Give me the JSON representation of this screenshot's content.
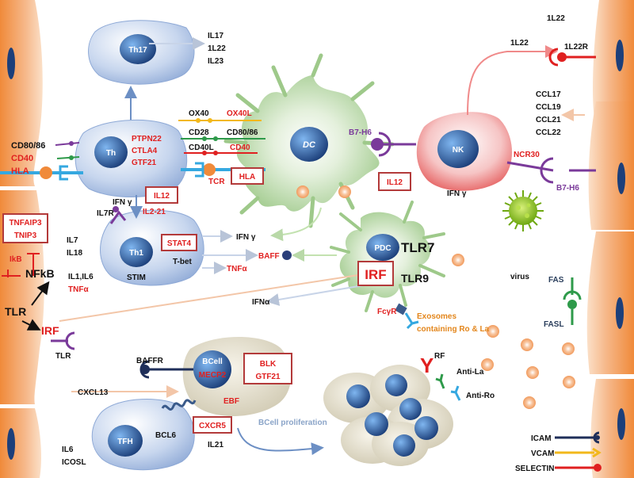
{
  "cells": {
    "th17": {
      "label": "Th17"
    },
    "th": {
      "label": "Th"
    },
    "th1": {
      "label": "Th1"
    },
    "dc": {
      "label": "DC"
    },
    "nk": {
      "label": "NK"
    },
    "pdc": {
      "label": "PDC"
    },
    "bcell": {
      "label": "BCell"
    },
    "tfh": {
      "label": "TFH"
    }
  },
  "labels": {
    "il17": "IL17",
    "1l22_th17": "1L22",
    "il23": "IL23",
    "ox40": "OX40",
    "ox40l": "OX40L",
    "cd28": "CD28",
    "cd80_86_dc": "CD80/86",
    "cd40l": "CD40L",
    "cd40_dc": "CD40",
    "ptpn22": "PTPN22",
    "ctla4": "CTLA4",
    "gtf21_th": "GTF21",
    "cd80_86_left": "CD80/86",
    "cd40_left": "CD40",
    "hla_left": "HLA",
    "hla_box": "HLA",
    "tcr": "TCR",
    "ifn_gamma_1": "IFN γ",
    "il12_box1": "IL12",
    "il2_21": "IL2-21",
    "il12_box2": "IL12",
    "tnfaip3": "TNFAIP3",
    "tnip3": "TNIP3",
    "il7": "IL7",
    "il18": "IL18",
    "ikb": "IkB",
    "nfkb": "NFkB",
    "il1_il6": "IL1,IL6",
    "tnfa_left": "TNFα",
    "tlr_left": "TLR",
    "irf_left": "IRF",
    "tlr_receptor": "TLR",
    "il7r": "IL7R",
    "stat4": "STAT4",
    "t_bet": "T-bet",
    "stim": "STIM",
    "ifn_gamma_2": "IFN γ",
    "baff": "BAFF",
    "tnfa_mid": "TNFα",
    "ifna": "IFNα",
    "tlr7": "TLR7",
    "irf_box": "IRF",
    "tlr9": "TLR9",
    "fcgr": "FcγR",
    "exosomes_1": "Exosomes",
    "exosomes_2": "containing Ro & La",
    "virus": "virus",
    "1l22_top": "1L22",
    "1l22_nk": "1L22",
    "1l22r": "1L22R",
    "ccl17": "CCL17",
    "ccl19": "CCL19",
    "ccl21": "CCL21",
    "ccl22": "CCL22",
    "b7h6_dc": "B7-H6",
    "ncr30": "NCR30",
    "b7h6_right": "B7-H6",
    "ifn_gamma_nk": "IFN γ",
    "fas": "FAS",
    "fasl": "FASL",
    "baffr": "BAFFR",
    "blk": "BLK",
    "gtf21_b": "GTF21",
    "mecp2": "MECP2",
    "ebf": "EBF",
    "cxcl13": "CXCL13",
    "bcl6": "BCL6",
    "cxcr5": "CXCR5",
    "il6": "IL6",
    "icosl": "ICOSL",
    "il21": "IL21",
    "bcell_proliferation": "BCell proliferation",
    "rf_y": "Y",
    "rf_sup": "RF",
    "anti_la": "Anti-La",
    "anti_ro": "Anti-Ro"
  },
  "legend": {
    "items": [
      {
        "label": "ICAM",
        "color": "#1f2f5a"
      },
      {
        "label": "VCAM",
        "color": "#f2b81b"
      },
      {
        "label": "SELECTIN",
        "color": "#e02020"
      }
    ]
  },
  "colors": {
    "epithelium": "#f2a25c",
    "nucleus": "#1c3f7a",
    "dc": "#9ec98a",
    "nk": "#e24a4a",
    "bcell": "#d9d3c0",
    "tcell": "#a9bfe0",
    "virus": "#8ac21a",
    "exosome": "#f5b183"
  }
}
